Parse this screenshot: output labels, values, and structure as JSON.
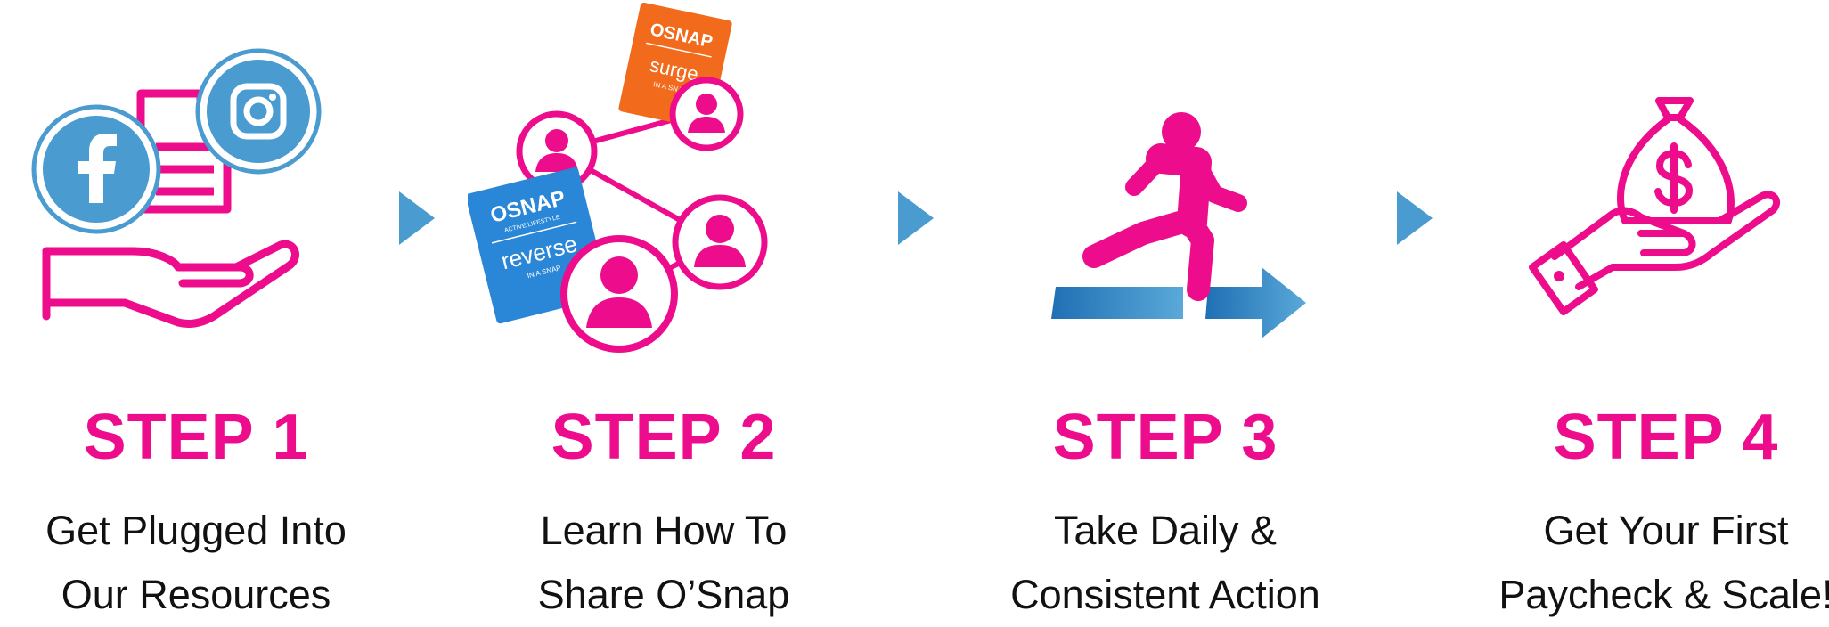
{
  "colors": {
    "accent": "#ec0c8c",
    "blue": "#4a9bd0",
    "text": "#111111",
    "orange": "#f26a1b",
    "packet_blue": "#2a86d6"
  },
  "steps": [
    {
      "title": "STEP 1",
      "line1": "Get Plugged Into",
      "line2": "Our Resources",
      "icon": "hand-with-social-resources-icon"
    },
    {
      "title": "STEP 2",
      "line1": "Learn How To",
      "line2": "Share O’Snap",
      "icon": "sharing-network-icon"
    },
    {
      "title": "STEP 3",
      "line1": "Take Daily &",
      "line2": "Consistent Action",
      "icon": "person-stepping-forward-icon"
    },
    {
      "title": "STEP 4",
      "line1": "Get Your First",
      "line2": "Paycheck & Scale!",
      "icon": "hand-with-money-bag-icon"
    }
  ],
  "products": {
    "orange": {
      "brand": "OSNAP",
      "name": "surge",
      "tag": "IN A SNAP"
    },
    "blue": {
      "brand": "OSNAP",
      "sub": "ACTIVE LIFESTYLE",
      "name": "reverse",
      "tag": "IN A SNAP"
    }
  }
}
